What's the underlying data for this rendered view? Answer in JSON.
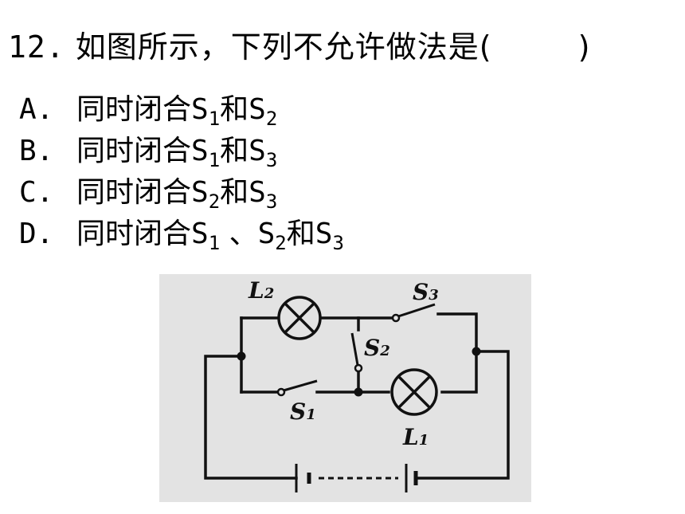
{
  "question": {
    "number": "12.",
    "text": "如图所示，下列不允许做法是(",
    "close_paren": ")"
  },
  "options": [
    {
      "letter": "A.",
      "prefix": "同时闭合",
      "switches": [
        "1",
        "2"
      ],
      "joiners": [
        "和"
      ]
    },
    {
      "letter": "B.",
      "prefix": "同时闭合",
      "switches": [
        "1",
        "3"
      ],
      "joiners": [
        "和"
      ]
    },
    {
      "letter": "C.",
      "prefix": "同时闭合",
      "switches": [
        "2",
        "3"
      ],
      "joiners": [
        "和"
      ]
    },
    {
      "letter": "D.",
      "prefix": "同时闭合",
      "switches": [
        "1",
        "2",
        "3"
      ],
      "joiners": [
        " 、",
        "和"
      ]
    }
  ],
  "figure": {
    "switch_letter": "S",
    "lamp_letter": "L",
    "labels": {
      "L2": "2",
      "S3": "3",
      "S2": "2",
      "S1": "1",
      "L1": "1"
    }
  }
}
